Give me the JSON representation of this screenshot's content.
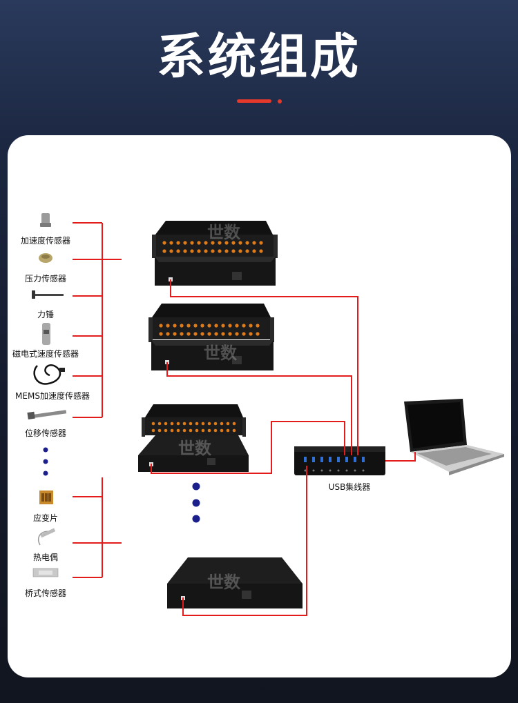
{
  "title": "系统组成",
  "colors": {
    "accent": "#e53a2b",
    "line": "#e31b1b",
    "dot": "#1a1f8c",
    "device": "#1c1c1c",
    "connector": "#e07b1a"
  },
  "sensors": [
    {
      "label": "加速度传感器",
      "icon": "accelerometer-icon"
    },
    {
      "label": "压力传感器",
      "icon": "pressure-sensor-icon"
    },
    {
      "label": "力锤",
      "icon": "force-hammer-icon"
    },
    {
      "label": "磁电式速度传感器",
      "icon": "velocity-sensor-icon"
    },
    {
      "label": "MEMS加速度传感器",
      "icon": "mems-sensor-icon"
    },
    {
      "label": "位移传感器",
      "icon": "displacement-sensor-icon"
    },
    {
      "label": "应变片",
      "icon": "strain-gauge-icon"
    },
    {
      "label": "热电偶",
      "icon": "thermocouple-icon"
    },
    {
      "label": "桥式传感器",
      "icon": "bridge-sensor-icon"
    }
  ],
  "devices": [
    {
      "name": "acquisition-unit-1",
      "icon": "daq-rack-icon"
    },
    {
      "name": "acquisition-unit-2",
      "icon": "daq-rack-icon"
    },
    {
      "name": "acquisition-unit-3",
      "icon": "daq-rack-icon"
    },
    {
      "name": "acquisition-unit-4",
      "icon": "daq-box-icon"
    }
  ],
  "hub": {
    "label": "USB集线器",
    "icon": "usb-hub-icon"
  },
  "computer": {
    "icon": "laptop-icon"
  },
  "watermark": "世数"
}
